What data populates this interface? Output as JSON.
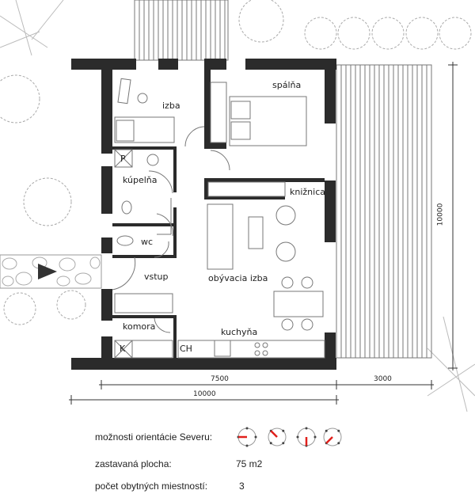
{
  "rooms": {
    "izba": "izba",
    "spalna": "spálňa",
    "kupelna": "kúpelňa",
    "kniznica": "knižnica",
    "wc": "wc",
    "vstup": "vstup",
    "obyvacia": "obývacia izba",
    "komora": "komora",
    "kuchyna": "kuchyňa",
    "p": "P",
    "k": "K",
    "ch": "CH"
  },
  "dimensions": {
    "house_inner": "7500",
    "terrace": "3000",
    "total_width": "10000",
    "total_depth": "10000"
  },
  "info": {
    "orientation_label": "možnosti orientácie Severu:",
    "area_label": "zastavaná plocha:",
    "area_value": "75 m2",
    "rooms_label": "počet obytných miestností:",
    "rooms_value": "3"
  },
  "colors": {
    "wall": "#2b2b2b",
    "north": "#e0201c",
    "line": "#555555",
    "tree": "#9a9a9a"
  },
  "north_options_deg": [
    270,
    315,
    180,
    225
  ]
}
